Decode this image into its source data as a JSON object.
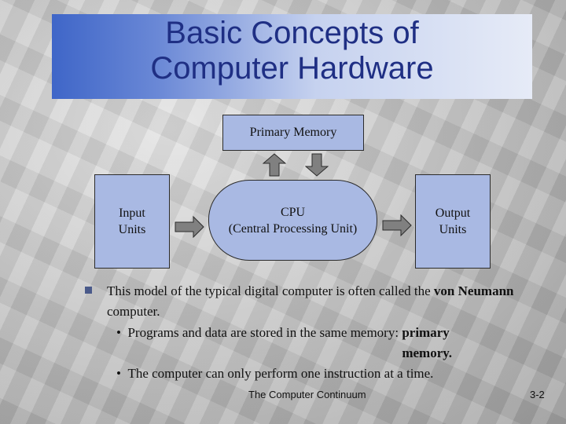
{
  "title": {
    "line1": "Basic Concepts of",
    "line2": "Computer Hardware"
  },
  "diagram": {
    "primary_memory": "Primary Memory",
    "input_line1": "Input",
    "input_line2": "Units",
    "cpu_line1": "CPU",
    "cpu_line2": "(Central Processing Unit)",
    "output_line1": "Output",
    "output_line2": "Units"
  },
  "body": {
    "bullet1_pre": "This model of the typical digital computer is often called the ",
    "bullet1_bold": "von Neumann",
    "bullet1_post": " computer.",
    "sub1_pre": "Programs and data are stored in the same memory: ",
    "sub1_bold": "primary memory.",
    "sub2": "The computer can only perform one instruction at a time."
  },
  "footer": {
    "center": "The Computer Continuum",
    "page": "3-2"
  },
  "colors": {
    "box_fill": "#a9b9e3",
    "title_text": "#1f2f84",
    "title_band": "#3f66c8"
  }
}
